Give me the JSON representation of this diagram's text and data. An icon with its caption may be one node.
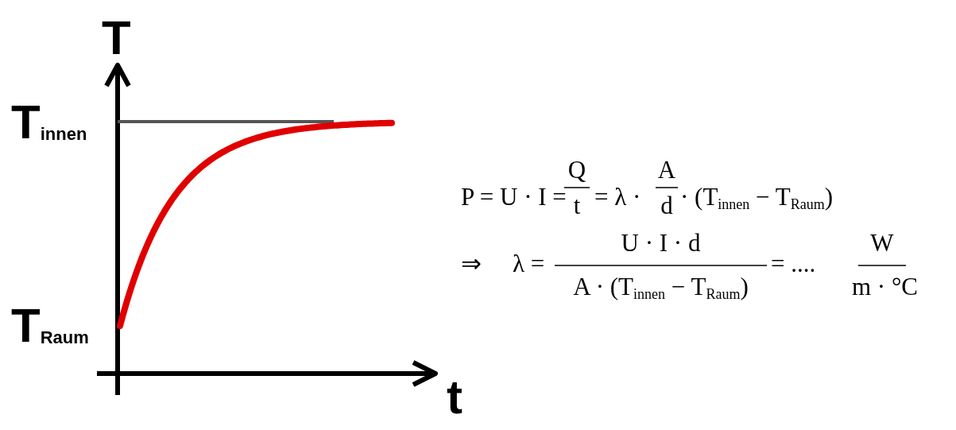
{
  "diagram": {
    "labels": [
      "T",
      "T$_{innen}$",
      "T$_{Raum}$",
      "t",
      "P = U · I =",
      "Q",
      "t",
      "= λ ·",
      "A",
      "d",
      "· (T$_{innen}$ − T$_{Raum}$)",
      "⇒",
      "λ =",
      "U · I · d",
      "A · (T$_{innen}$ − T$_{Raum}$)",
      "= ....",
      "W",
      "m · °C"
    ]
  }
}
